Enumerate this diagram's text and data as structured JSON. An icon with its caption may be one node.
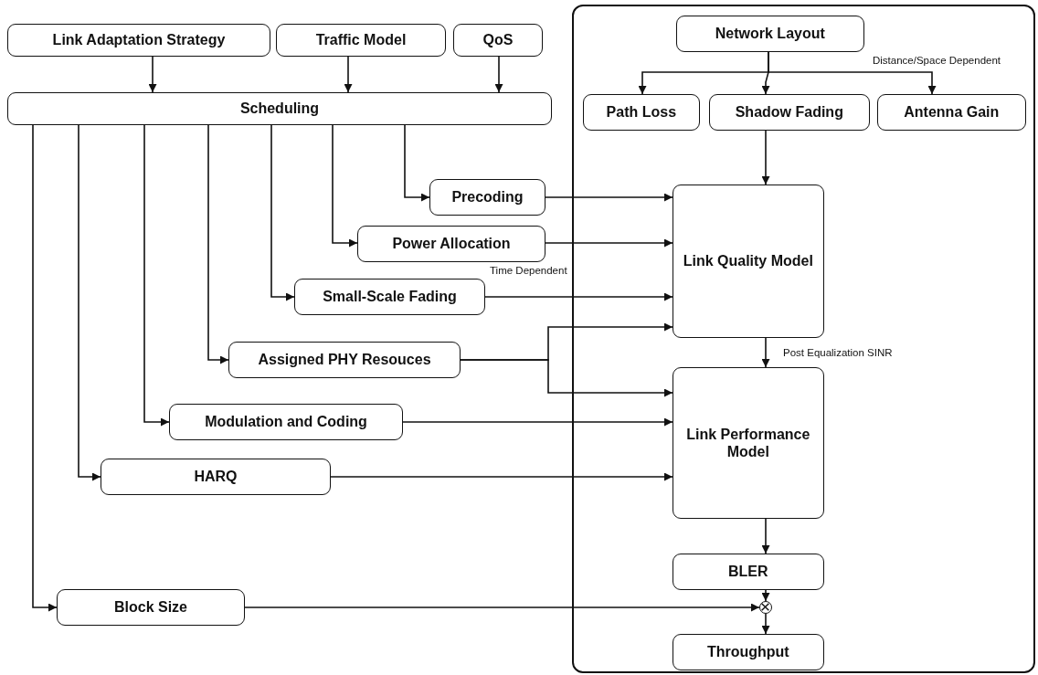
{
  "diagram": {
    "nodes": [
      {
        "text": [],
        "shape": "box"
      },
      {
        "text": [
          "Link Adaptation Strategy"
        ]
      },
      {
        "text": [
          "Traffic Model"
        ]
      },
      {
        "text": [
          "QoS"
        ]
      },
      {
        "text": [
          "Scheduling"
        ]
      },
      {
        "text": [
          "Network Layout"
        ],
        "in": 0
      },
      {
        "text": [
          "Path Loss"
        ],
        "in": 0
      },
      {
        "text": [
          "Shadow Fading"
        ],
        "in": 0
      },
      {
        "text": [
          "Antenna Gain"
        ],
        "in": 0
      },
      {
        "text": [
          "Precoding"
        ]
      },
      {
        "text": [
          "Power Allocation"
        ]
      },
      {
        "text": [
          "Small-Scale Fading"
        ]
      },
      {
        "text": [
          "Assigned PHY Resouces"
        ]
      },
      {
        "text": [
          "Modulation and Coding"
        ]
      },
      {
        "text": [
          "HARQ"
        ]
      },
      {
        "text": [
          "Block Size"
        ]
      },
      {
        "text": [
          "Link Quality Model"
        ],
        "in": 0
      },
      {
        "text": [
          "Link Performance Model"
        ],
        "in": 0
      },
      {
        "text": [
          "BLER"
        ],
        "in": 0
      },
      {
        "text": [],
        "shape": "circle",
        "in": 0
      },
      {
        "text": [
          "Throughput"
        ],
        "in": 0
      }
    ],
    "edges": [
      {
        "from": 1,
        "to": 4,
        "arrow": "to"
      },
      {
        "from": 2,
        "to": 4,
        "arrow": "to"
      },
      {
        "from": 3,
        "to": 4,
        "arrow": "to"
      },
      {
        "from": 5,
        "to": 6,
        "arrow": "to"
      },
      {
        "from": 5,
        "to": 7,
        "arrow": "to"
      },
      {
        "from": 5,
        "to": 8,
        "arrow": "to"
      },
      {
        "from": 4,
        "to": 9,
        "arrow": "to"
      },
      {
        "from": 4,
        "to": 10,
        "arrow": "to"
      },
      {
        "from": 4,
        "to": 11,
        "arrow": "to"
      },
      {
        "from": 4,
        "to": 12,
        "arrow": "to"
      },
      {
        "from": 4,
        "to": 13,
        "arrow": "to"
      },
      {
        "from": 4,
        "to": 14,
        "arrow": "to"
      },
      {
        "from": 4,
        "to": 15,
        "arrow": "to"
      },
      {
        "from": 7,
        "to": 16,
        "arrow": "to"
      },
      {
        "from": 9,
        "to": 16,
        "arrow": "to"
      },
      {
        "from": 10,
        "to": 16,
        "arrow": "to"
      },
      {
        "from": 11,
        "to": 16,
        "arrow": "to"
      },
      {
        "from": 12,
        "to": 16,
        "arrow": "to"
      },
      {
        "from": 12,
        "to": 17,
        "arrow": "to"
      },
      {
        "from": 16,
        "to": 17,
        "arrow": "to"
      },
      {
        "from": 13,
        "to": 17,
        "arrow": "to"
      },
      {
        "from": 14,
        "to": 17,
        "arrow": "to"
      },
      {
        "from": 17,
        "to": 18,
        "arrow": "to"
      },
      {
        "from": 18,
        "to": 19,
        "arrow": "to"
      },
      {
        "from": 15,
        "to": 19,
        "arrow": "to"
      },
      {
        "from": 19,
        "to": 20,
        "arrow": "to"
      }
    ],
    "labels": [
      "Distance/Space Dependent",
      "Time Dependent",
      "Post Equalization SINR"
    ]
  }
}
